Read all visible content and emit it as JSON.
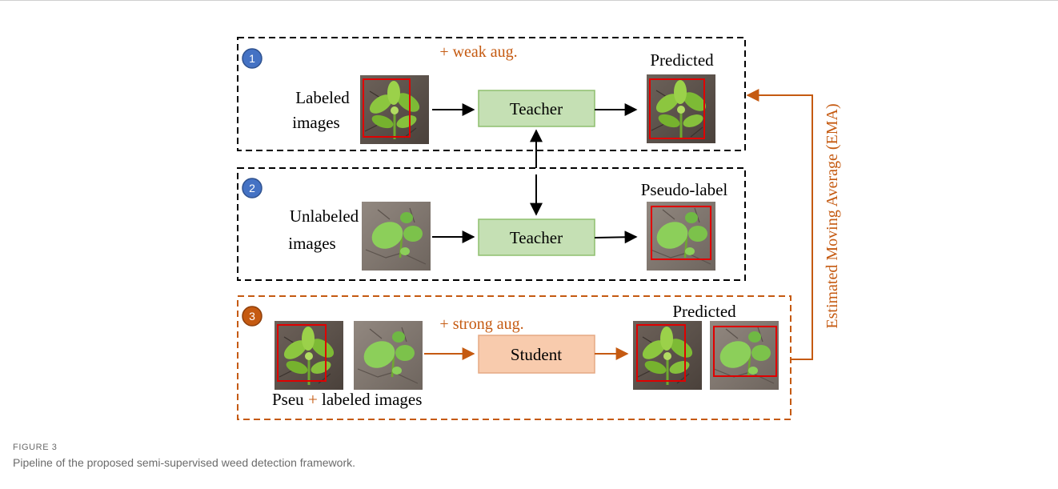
{
  "colors": {
    "orange": "#c55a11",
    "step_blue": "#4472c4",
    "teacher_fill": "#c5e0b4",
    "teacher_stroke": "#8fbf6f",
    "student_fill": "#f8cbad",
    "student_stroke": "#e5a983",
    "box_red": "#e00000"
  },
  "steps": [
    {
      "number": "1",
      "input_label_line1": "Labeled",
      "input_label_line2": "images",
      "augmentation": "+ weak aug.",
      "model": "Teacher",
      "output_label": "Predicted"
    },
    {
      "number": "2",
      "input_label_line1": "Unlabeled",
      "input_label_line2": "images",
      "model": "Teacher",
      "output_label": "Pseudo-label"
    },
    {
      "number": "3",
      "augmentation": "+ strong aug.",
      "model": "Student",
      "output_label": "Predicted",
      "input_caption_part1": "Pseu",
      "input_caption_plus": "+",
      "input_caption_part2": "labeled images"
    }
  ],
  "ema_label": "Estimated Moving Average (EMA)",
  "caption": {
    "label": "FIGURE 3",
    "text": "Pipeline of the proposed semi-supervised weed detection framework."
  },
  "icons": [
    "weed-photo-icon"
  ]
}
